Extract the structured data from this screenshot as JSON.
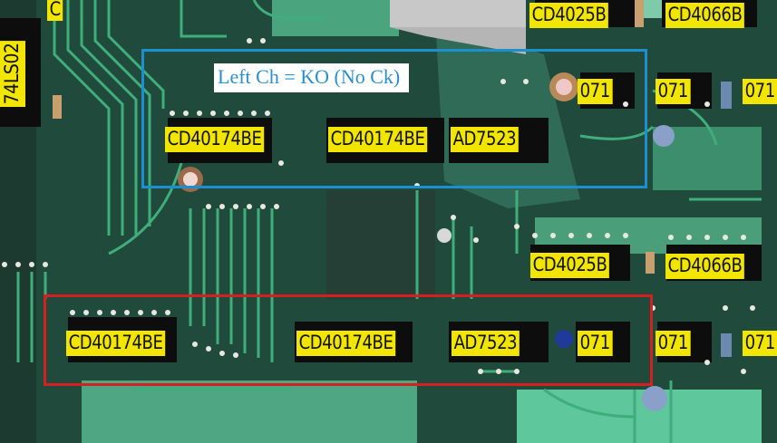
{
  "annotation": "Left Ch = KO (No Ck)",
  "labels": {
    "cd4025b_top": "CD4025B",
    "cd4066b_top": "CD4066B",
    "cd40174be_blue_1": "CD40174BE",
    "cd40174be_blue_2": "CD40174BE",
    "ad7523_blue": "AD7523",
    "op071_top_1": "071",
    "op071_top_2": "071",
    "op071_top_3": "071",
    "cd4025b_mid": "CD4025B",
    "cd4066b_mid": "CD4066B",
    "cd40174be_red_1": "CD40174BE",
    "cd40174be_red_2": "CD40174BE",
    "ad7523_red": "AD7523",
    "op071_bot_1": "071",
    "op071_bot_2": "071",
    "op071_bot_3": "071",
    "side_74ls02": "74LS02",
    "side_c": "C"
  },
  "colors": {
    "board": "#1f4a3c",
    "trace": "#3fae7c",
    "label_bg": "#f2e600",
    "blue_box": "#1c8fd0",
    "red_box": "#d62020",
    "annotation_text": "#2a8fce"
  }
}
